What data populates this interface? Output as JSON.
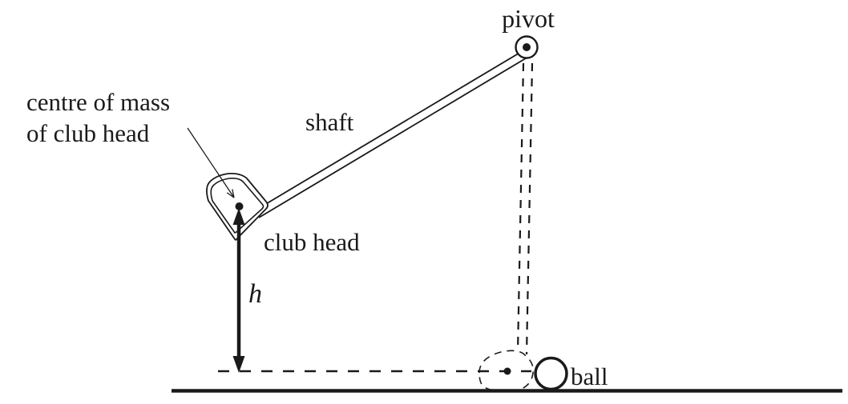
{
  "labels": {
    "pivot": "pivot",
    "shaft": "shaft",
    "centre_of_mass_line1": "centre of mass",
    "centre_of_mass_line2": "of club head",
    "club_head": "club head",
    "height_symbol": "h",
    "ball": "ball"
  },
  "colors": {
    "ink": "#1a1a1a",
    "background": "#ffffff"
  }
}
